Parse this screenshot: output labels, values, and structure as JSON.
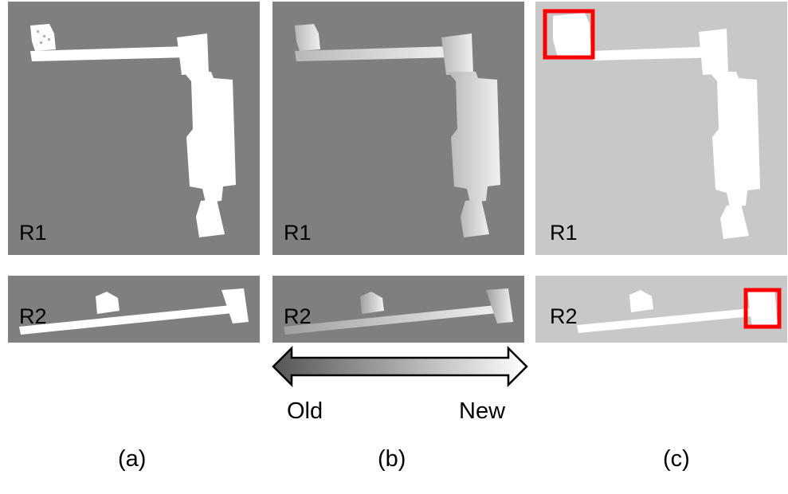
{
  "columns": [
    {
      "id": "a",
      "caption": "(a)",
      "background": "#7f7f7f",
      "map_fill": "#ffffff"
    },
    {
      "id": "b",
      "caption": "(b)",
      "background": "#7f7f7f",
      "map_fill": "#e6e6e6"
    },
    {
      "id": "c",
      "caption": "(c)",
      "background": "#c8c8c8",
      "map_fill": "#ffffff"
    }
  ],
  "regions": [
    {
      "id": "r1",
      "label": "R1"
    },
    {
      "id": "r2",
      "label": "R2"
    }
  ],
  "highlight_color": "#ff0000",
  "age_scale": {
    "old_label": "Old",
    "new_label": "New",
    "gradient_from": "#555555",
    "gradient_to": "#ffffff"
  }
}
